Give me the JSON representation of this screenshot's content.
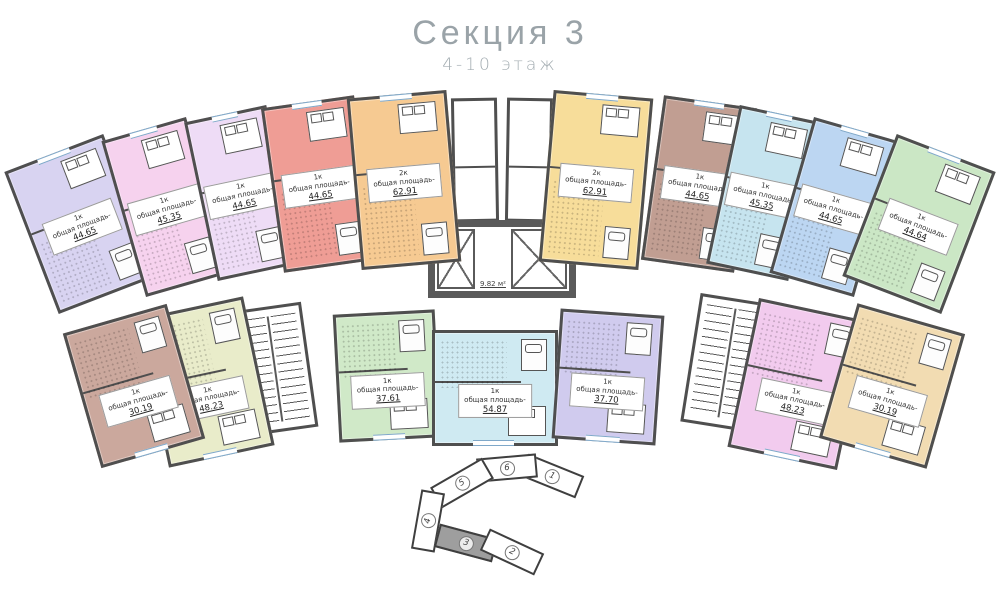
{
  "title": "Секция 3",
  "subtitle": "4-10 этаж",
  "labels": {
    "area_caption": "общая площадь-"
  },
  "core": {
    "lobby_label": "9.82 м²",
    "shaft_count": 2
  },
  "apartments": [
    {
      "id": "top-1",
      "row": "top",
      "type": "1к",
      "area": "44.65",
      "color": "#d8d3f1"
    },
    {
      "id": "top-2",
      "row": "top",
      "type": "1к",
      "area": "45.35",
      "color": "#f6d2ee"
    },
    {
      "id": "top-3",
      "row": "top",
      "type": "1к",
      "area": "44.65",
      "color": "#eedcf6"
    },
    {
      "id": "top-4",
      "row": "top",
      "type": "1к",
      "area": "44.65",
      "color": "#ef9d95"
    },
    {
      "id": "top-5",
      "row": "top",
      "type": "2к",
      "area": "62.91",
      "color": "#f6ca92"
    },
    {
      "id": "top-6",
      "row": "top",
      "type": "2к",
      "area": "62.91",
      "color": "#f7dd9a"
    },
    {
      "id": "top-7",
      "row": "top",
      "type": "1к",
      "area": "44.65",
      "color": "#c19e92"
    },
    {
      "id": "top-8",
      "row": "top",
      "type": "1к",
      "area": "45.35",
      "color": "#c6e4ef"
    },
    {
      "id": "top-9",
      "row": "top",
      "type": "1к",
      "area": "44.65",
      "color": "#bcd6f2"
    },
    {
      "id": "top-10",
      "row": "top",
      "type": "1к",
      "area": "44.64",
      "color": "#cbe7c5"
    },
    {
      "id": "bot-1",
      "row": "bottom",
      "type": "1к",
      "area": "30.19",
      "color": "#cba89d"
    },
    {
      "id": "bot-2",
      "row": "bottom",
      "type": "1к",
      "area": "48.23",
      "color": "#e9ecca"
    },
    {
      "id": "bot-3",
      "row": "bottom",
      "type": "1к",
      "area": "37.61",
      "color": "#d0e9c8"
    },
    {
      "id": "bot-4",
      "row": "bottom",
      "type": "1к",
      "area": "54.87",
      "color": "#cfeaf2"
    },
    {
      "id": "bot-5",
      "row": "bottom",
      "type": "1к",
      "area": "37.70",
      "color": "#d0cbee"
    },
    {
      "id": "bot-6",
      "row": "bottom",
      "type": "1к",
      "area": "48.23",
      "color": "#f2cbee"
    },
    {
      "id": "bot-7",
      "row": "bottom",
      "type": "1к",
      "area": "30.19",
      "color": "#f2dcb2"
    }
  ],
  "stairwells": [
    {
      "id": "left"
    },
    {
      "id": "right"
    }
  ],
  "locator": {
    "active_section": "3",
    "segments": [
      {
        "number": "1",
        "active": false
      },
      {
        "number": "6",
        "active": false
      },
      {
        "number": "5",
        "active": false
      },
      {
        "number": "4",
        "active": false
      },
      {
        "number": "3",
        "active": true
      },
      {
        "number": "2",
        "active": false
      }
    ]
  },
  "colors": {
    "wall": "#4f4f4f",
    "title_text": "#9aa3a8",
    "locator_active": "#9e9e9e"
  }
}
